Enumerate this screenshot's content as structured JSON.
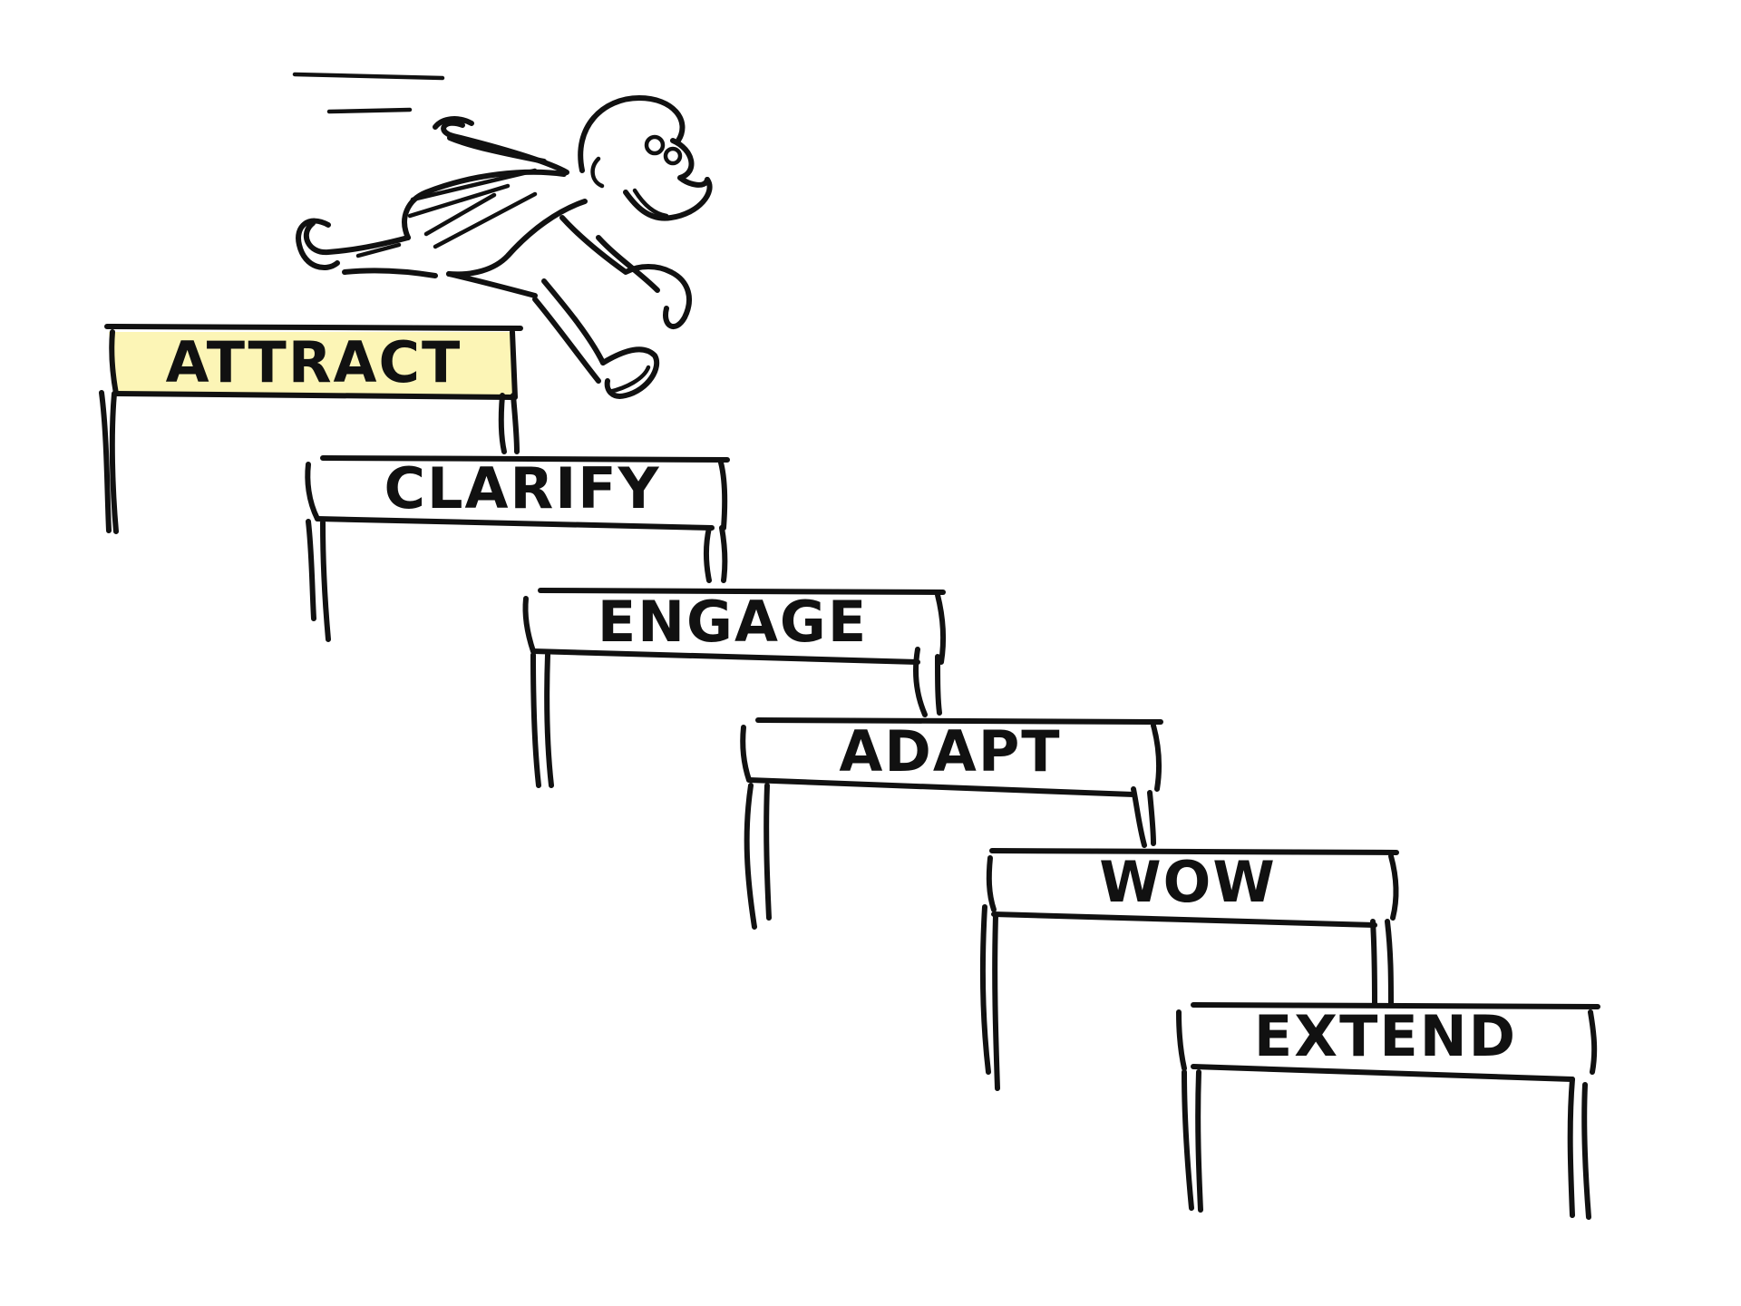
{
  "diagram": {
    "hurdles": [
      {
        "label": "ATTRACT",
        "highlighted": true
      },
      {
        "label": "CLARIFY",
        "highlighted": false
      },
      {
        "label": "ENGAGE",
        "highlighted": false
      },
      {
        "label": "ADAPT",
        "highlighted": false
      },
      {
        "label": "WOW",
        "highlighted": false
      },
      {
        "label": "EXTEND",
        "highlighted": false
      }
    ],
    "figure": "jumping-runner-sketch",
    "colors": {
      "ink": "#111111",
      "highlight": "#fcf5b6",
      "background": "#ffffff"
    }
  }
}
